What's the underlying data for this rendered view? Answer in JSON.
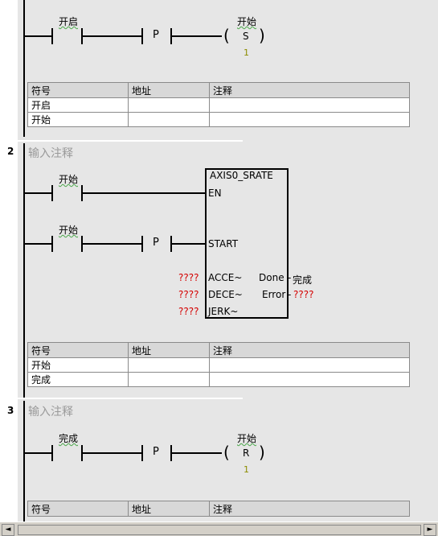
{
  "network1": {
    "contact1": "开启",
    "coil_name": "开始",
    "p_label": "P",
    "coil_op": "S",
    "coil_count": "1",
    "table": {
      "headers": [
        "符号",
        "地址",
        "注释"
      ],
      "rows": [
        [
          "开启",
          "",
          ""
        ],
        [
          "开始",
          "",
          ""
        ]
      ]
    }
  },
  "network2": {
    "number": "2",
    "comment": "输入注释",
    "contact1": "开始",
    "contact2": "开始",
    "p_label": "P",
    "block": {
      "title": "AXIS0_SRATE",
      "en": "EN",
      "start": "START",
      "acce": "ACCE~",
      "dece": "DECE~",
      "jerk": "JERK~",
      "done": "Done",
      "error": "Error",
      "done_out": "完成",
      "error_out": "????",
      "acce_in": "????",
      "dece_in": "????",
      "jerk_in": "????"
    },
    "table": {
      "headers": [
        "符号",
        "地址",
        "注释"
      ],
      "rows": [
        [
          "开始",
          "",
          ""
        ],
        [
          "完成",
          "",
          ""
        ]
      ]
    }
  },
  "network3": {
    "number": "3",
    "comment": "输入注释",
    "contact1": "完成",
    "coil_name": "开始",
    "p_label": "P",
    "coil_op": "R",
    "coil_count": "1",
    "table": {
      "headers": [
        "符号",
        "地址",
        "注释"
      ]
    }
  },
  "scrollbar": {
    "left": "◄",
    "right": "►"
  }
}
